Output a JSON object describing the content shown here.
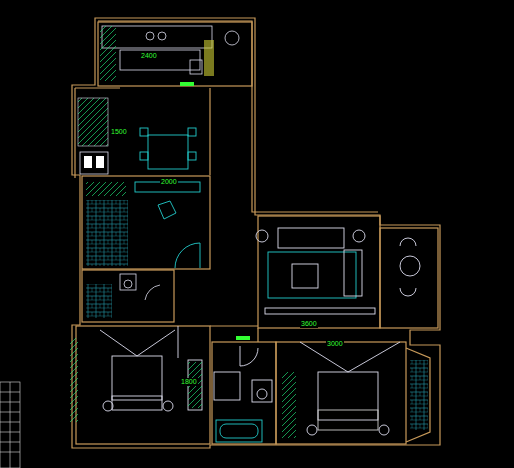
{
  "diagram": {
    "labels": [
      "2400",
      "1500",
      "2000",
      "3600",
      "1800",
      "3000"
    ]
  }
}
